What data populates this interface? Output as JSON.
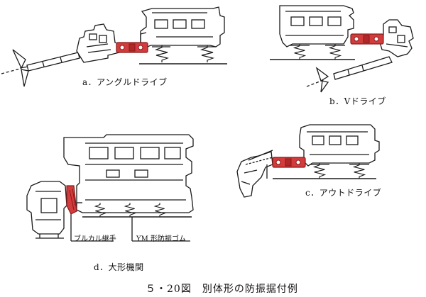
{
  "figure_title": "５・20図　別体形の防振据付例",
  "panels": {
    "a": {
      "caption": "a．アングルドライブ"
    },
    "b": {
      "caption": "b．Vドライブ"
    },
    "c": {
      "caption": "c．アウトドライブ"
    },
    "d": {
      "caption": "d．大形機関",
      "callout_coupling": "ブルカル継手",
      "callout_mount": "YM 形防振ゴム"
    }
  },
  "colors": {
    "line": "#1a1a1a",
    "coupling": "#d23c3c",
    "coupling_stroke": "#8a1a1a"
  }
}
